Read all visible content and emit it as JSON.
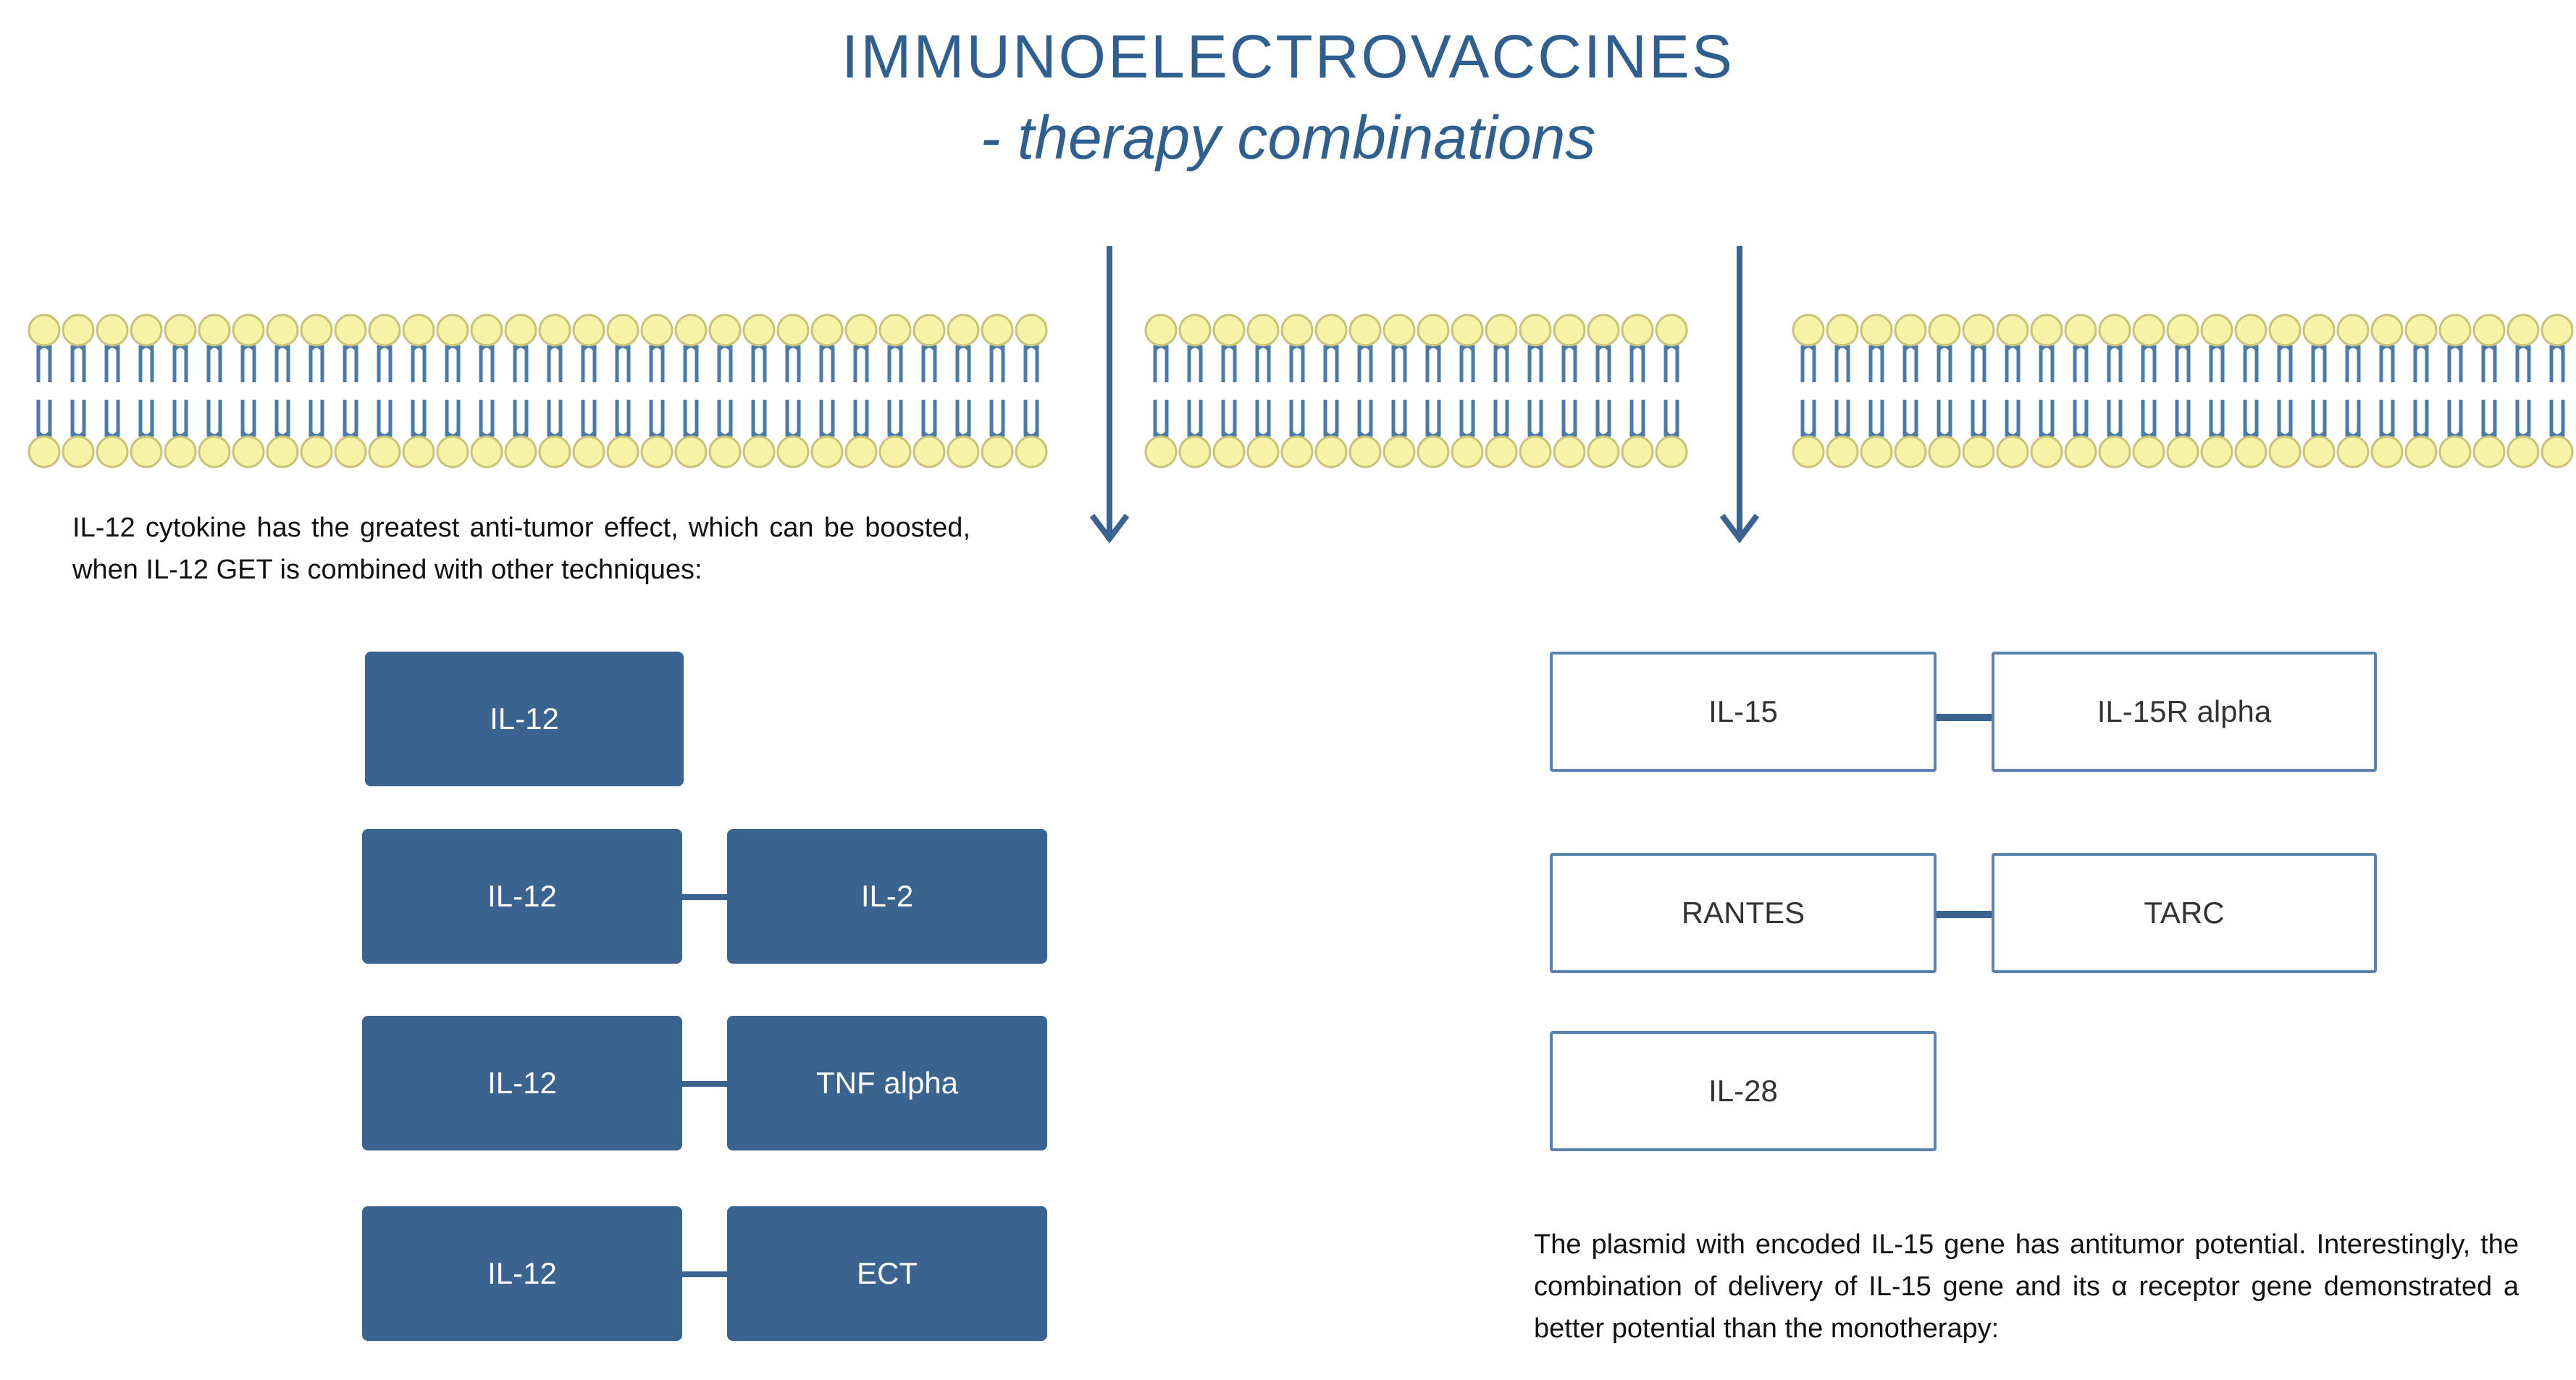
{
  "header": {
    "title": "IMMUNOELECTROVACCINES",
    "subtitle": "- therapy combinations"
  },
  "left": {
    "caption": "IL-12 cytokine has the greatest anti-tumor effect, which can be boosted, when IL-12 GET is combined with other techniques:",
    "combinations": [
      {
        "primary": "IL-12"
      },
      {
        "primary": "IL-12",
        "partner": "IL-2"
      },
      {
        "primary": "IL-12",
        "partner": "TNF alpha"
      },
      {
        "primary": "IL-12",
        "partner": "ECT"
      }
    ]
  },
  "right": {
    "combinations": [
      {
        "primary": "IL-15",
        "partner": "IL-15R alpha"
      },
      {
        "primary": "RANTES",
        "partner": "TARC"
      },
      {
        "primary": "IL-28"
      }
    ],
    "caption": "The plasmid with encoded IL-15 gene has antitumor potential. Interestingly, the combination of delivery of IL-15 gene and its α receptor gene demonstrated a better potential than the monotherapy:"
  },
  "colors": {
    "title": "#2f5f8f",
    "dark_box": "#3b6390",
    "light_box_border": "#5b83b0",
    "lipid_head": "#f7f3a6",
    "lipid_head_stroke": "#c9c27a",
    "lipid_tail": "#4a7aa8"
  }
}
